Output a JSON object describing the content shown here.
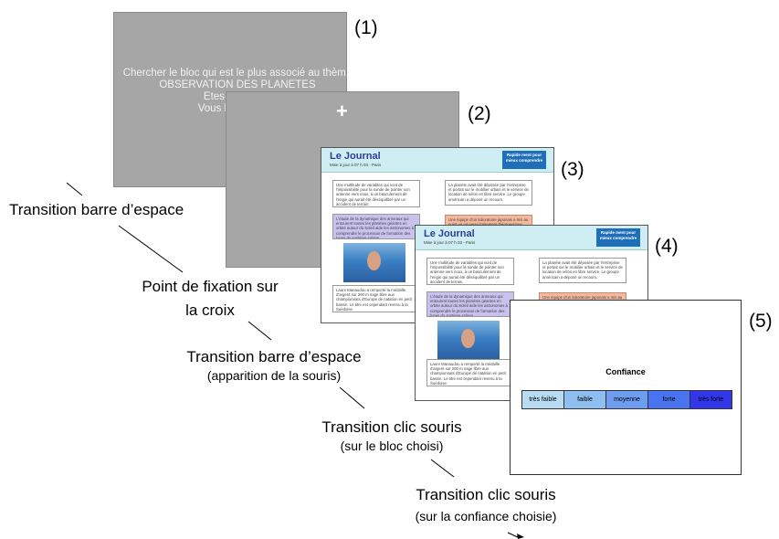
{
  "screens": {
    "s1": {
      "number": "(1)",
      "lines": [
        "Chercher le bloc qui est le plus associé au thème",
        "OBSERVATION DES PLANETES",
        "Etes-vous prêt",
        "Vous l'avez trouv"
      ]
    },
    "s2": {
      "number": "(2)",
      "cross": "+"
    },
    "s3": {
      "number": "(3)"
    },
    "s4": {
      "number": "(4)"
    },
    "s5": {
      "number": "(5)",
      "title": "Confiance",
      "options": [
        "très faible",
        "faible",
        "moyenne",
        "forte",
        "très forte"
      ],
      "option_colors": [
        "#b9dcf5",
        "#8fbff0",
        "#6d9cf0",
        "#4a73ef",
        "#3238ea"
      ]
    }
  },
  "journal": {
    "title": "Le Journal",
    "subtitle": "Mise à jour à 07 h 03 - Paris",
    "logo": "Rapide ment pour mieux comprendre",
    "blocks": {
      "left1": "Une multitude de variables qui vont de l'impossibilité pour la sonde de pointer son antenne vers nous, à un basculement de l'engin qui aurait été déséquilibré par un accident de terrain.",
      "left2": "L'étude de la dynamique des anneaux qui entourent toutes les planètes géantes en orbite autour du Soleil aide les astronomes à comprendre le processus de formation des lunes du système solaire.",
      "left3": "Laure Manaudou a remporté la médaille d'argent sur 200 m nage libre aux championnats d'Europe de natation en petit bassin. Le titre est cependant revenu à la Suédoise.",
      "right1": "La planète avait été déposée par l'entreprise et portait sur le mobilier urbain et le service de location de vélos en libre service. Le groupe américain a déposé un recours.",
      "right2": "Une équipe d'un laboratoire japonais a mis au point un nouveau traitement thérapeutique."
    }
  },
  "labels": {
    "l1": "Transition barre d’espace",
    "l2a": "Point de fixation sur",
    "l2b": "la croix",
    "l3": "Transition barre d’espace",
    "l3sub": "(apparition de la souris)",
    "l4": "Transition clic souris",
    "l4sub": "(sur le bloc choisi)",
    "l5": "Transition clic souris",
    "l5sub": "(sur la confiance choisie)"
  }
}
